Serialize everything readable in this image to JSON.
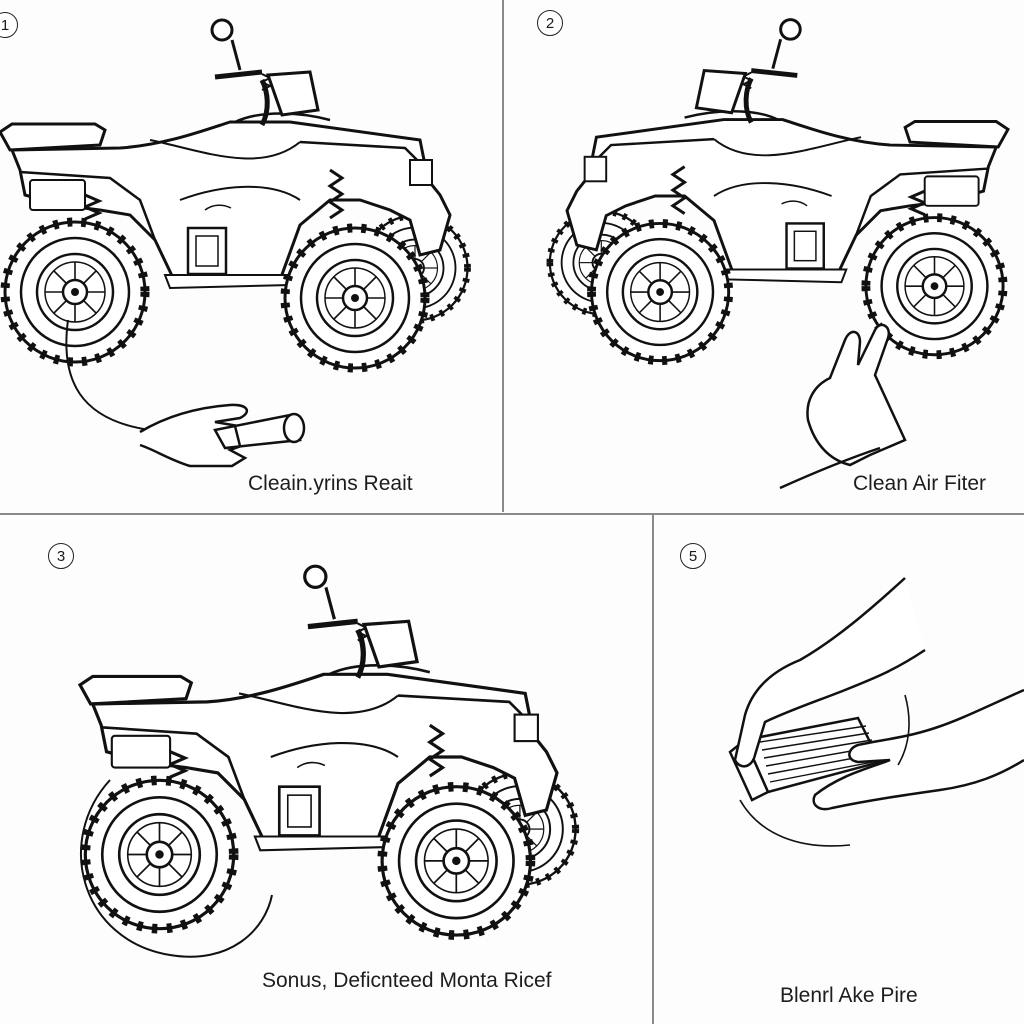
{
  "panels": [
    {
      "step": "1",
      "caption": "Cleain.yrins Reait"
    },
    {
      "step": "2",
      "caption": "Clean Air Fiter"
    },
    {
      "step": "3",
      "caption": "Sonus, Deficnteed Monta Ricef"
    },
    {
      "step": "5",
      "caption": "Blenrl Ake Pire"
    }
  ],
  "colors": {
    "line": "#111111",
    "background": "#fdfdfd",
    "divider": "#8a8a8a"
  },
  "icons": [
    "atv-illustration",
    "hand-illustration",
    "air-filter-illustration",
    "tool-illustration"
  ]
}
